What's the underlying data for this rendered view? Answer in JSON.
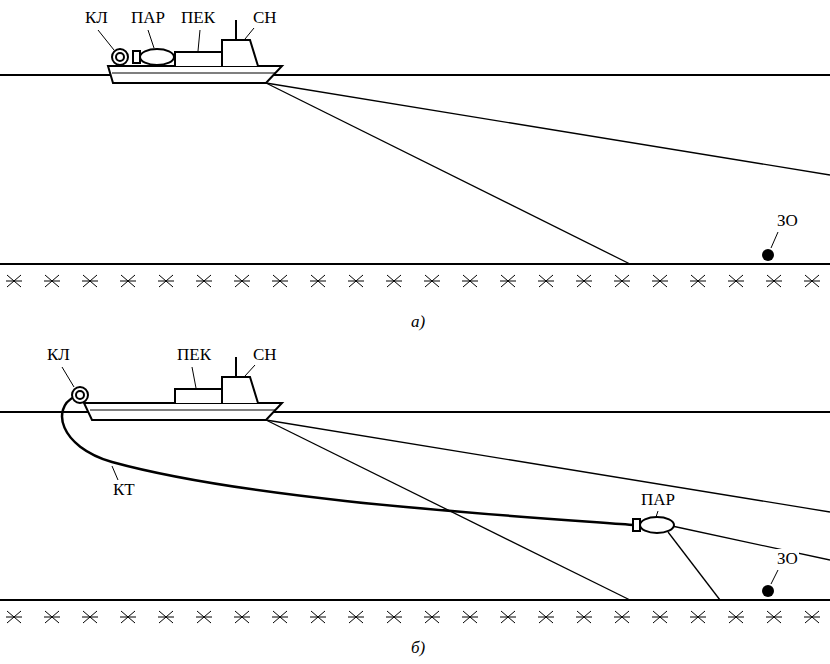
{
  "diagram": {
    "labels": [
      "КЛ",
      "ПАР",
      "ПЕК",
      "СН",
      "ЗО",
      "а)",
      "КЛ",
      "ПЕК",
      "СН",
      "КТ",
      "ПАР",
      "ЗО",
      "б)"
    ]
  }
}
